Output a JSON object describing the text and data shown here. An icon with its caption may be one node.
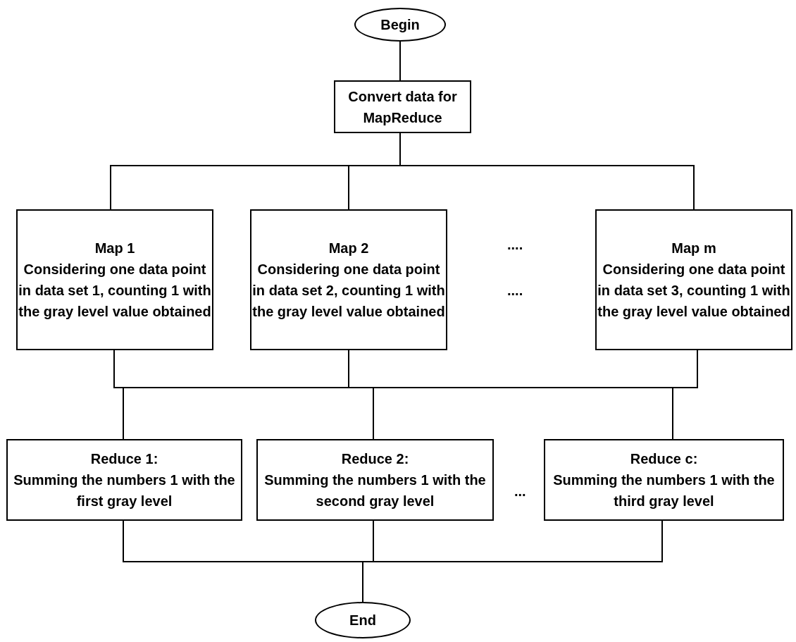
{
  "diagram": {
    "nodes": [
      {
        "text": [
          "Begin"
        ]
      },
      {
        "text": [
          "Convert data for MapReduce"
        ]
      },
      {
        "text": [
          "Map 1",
          "Considering one data point in data set 1, counting 1 with the gray level value obtained"
        ]
      },
      {
        "text": [
          "Map 2",
          "Considering one data point in data set 2, counting 1 with the gray level value obtained"
        ]
      },
      {
        "text": [
          "Map m",
          "Considering one data point in data set 3, counting 1 with the gray level value obtained"
        ]
      },
      {
        "text": [
          "Reduce 1:",
          "Summing the numbers 1 with the first gray level"
        ]
      },
      {
        "text": [
          "Reduce 2:",
          "Summing the numbers 1 with the second gray level"
        ]
      },
      {
        "text": [
          "Reduce c:",
          "Summing the numbers 1 with the third gray level"
        ]
      },
      {
        "text": [
          "End"
        ]
      }
    ],
    "edges": [
      {
        "from": 0,
        "to": 1,
        "arrow": "none"
      },
      {
        "from": 1,
        "to": 2,
        "arrow": "none"
      },
      {
        "from": 1,
        "to": 3,
        "arrow": "none"
      },
      {
        "from": 1,
        "to": 4,
        "arrow": "none"
      },
      {
        "from": 2,
        "to": 5,
        "arrow": "none"
      },
      {
        "from": 2,
        "to": 6,
        "arrow": "none"
      },
      {
        "from": 2,
        "to": 7,
        "arrow": "none"
      },
      {
        "from": 3,
        "to": 5,
        "arrow": "none"
      },
      {
        "from": 3,
        "to": 6,
        "arrow": "none"
      },
      {
        "from": 3,
        "to": 7,
        "arrow": "none"
      },
      {
        "from": 4,
        "to": 5,
        "arrow": "none"
      },
      {
        "from": 4,
        "to": 6,
        "arrow": "none"
      },
      {
        "from": 4,
        "to": 7,
        "arrow": "none"
      },
      {
        "from": 5,
        "to": 8,
        "arrow": "none"
      },
      {
        "from": 6,
        "to": 8,
        "arrow": "none"
      },
      {
        "from": 7,
        "to": 8,
        "arrow": "none"
      }
    ],
    "labels": [
      "....",
      "....",
      "..."
    ]
  }
}
